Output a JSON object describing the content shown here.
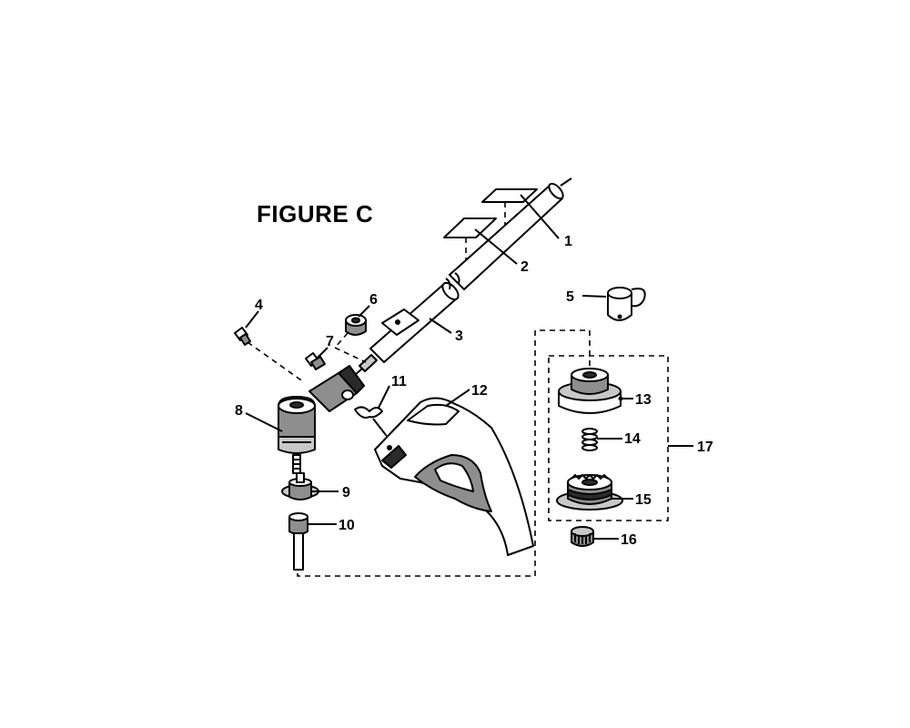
{
  "figure": {
    "title": "FIGURE C"
  },
  "callouts": [
    {
      "id": "1",
      "label": "1"
    },
    {
      "id": "2",
      "label": "2"
    },
    {
      "id": "3",
      "label": "3"
    },
    {
      "id": "4",
      "label": "4"
    },
    {
      "id": "5",
      "label": "5"
    },
    {
      "id": "6",
      "label": "6"
    },
    {
      "id": "7",
      "label": "7"
    },
    {
      "id": "8",
      "label": "8"
    },
    {
      "id": "9",
      "label": "9"
    },
    {
      "id": "10",
      "label": "10"
    },
    {
      "id": "11",
      "label": "11"
    },
    {
      "id": "12",
      "label": "12"
    },
    {
      "id": "13",
      "label": "13"
    },
    {
      "id": "14",
      "label": "14"
    },
    {
      "id": "15",
      "label": "15"
    },
    {
      "id": "16",
      "label": "16"
    },
    {
      "id": "17",
      "label": "17"
    }
  ]
}
